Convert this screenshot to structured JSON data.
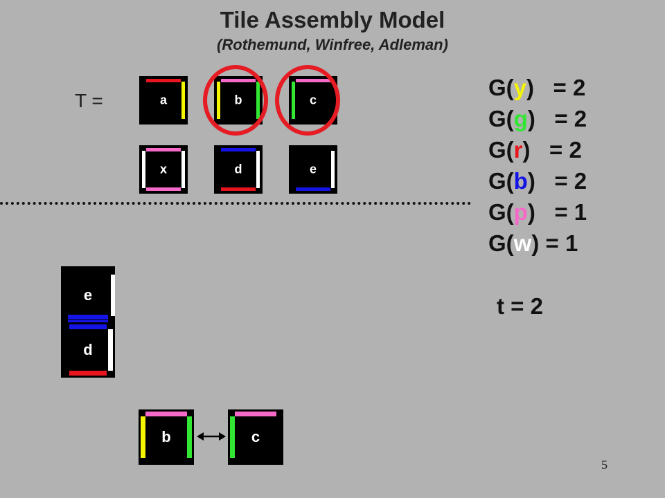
{
  "title": "Tile Assembly Model",
  "subtitle": "(Rothemund, Winfree, Adleman)",
  "tileset_label": "T =",
  "colors": {
    "yellow": "#f5f500",
    "green": "#33e633",
    "red": "#e8141e",
    "blue": "#1414e6",
    "pink": "#f569c8",
    "white": "#ffffff",
    "tile": "#000000",
    "circle": "#e51c24"
  },
  "tileset": [
    {
      "label": "a",
      "n": "red",
      "e": "yellow",
      "s": "",
      "w": ""
    },
    {
      "label": "b",
      "n": "pink",
      "e": "green",
      "s": "",
      "w": "yellow"
    },
    {
      "label": "c",
      "n": "pink",
      "e": "",
      "s": "",
      "w": "green"
    },
    {
      "label": "x",
      "n": "pink",
      "e": "white",
      "s": "pink",
      "w": "white"
    },
    {
      "label": "d",
      "n": "blue",
      "e": "white",
      "s": "red",
      "w": ""
    },
    {
      "label": "e",
      "n": "",
      "e": "white",
      "s": "blue",
      "w": ""
    }
  ],
  "circled_tiles": [
    "b",
    "c"
  ],
  "glue_strengths": [
    {
      "prefix": "G(",
      "glue": "y",
      "color": "yellow",
      "suffix": ")   = 2"
    },
    {
      "prefix": "G(",
      "glue": "g",
      "color": "green",
      "suffix": ")   = 2"
    },
    {
      "prefix": "G(",
      "glue": "r",
      "color": "red",
      "suffix": ")   = 2"
    },
    {
      "prefix": "G(",
      "glue": "b",
      "color": "blue",
      "suffix": ")   = 2"
    },
    {
      "prefix": "G(",
      "glue": "p",
      "color": "pink",
      "suffix": ")   = 1"
    },
    {
      "prefix": "G(",
      "glue": "w",
      "color": "white",
      "suffix": ") = 1"
    }
  ],
  "temperature": "t = 2",
  "example_vertical": [
    {
      "label": "e",
      "n": "",
      "e": "white",
      "s": "blue",
      "w": ""
    },
    {
      "label": "d",
      "n": "blue",
      "e": "white",
      "s": "red",
      "w": ""
    }
  ],
  "example_horizontal": [
    {
      "label": "b",
      "n": "pink",
      "e": "green",
      "s": "",
      "w": "yellow"
    },
    {
      "label": "c",
      "n": "pink",
      "e": "",
      "s": "",
      "w": "green"
    }
  ],
  "page_number": "5"
}
